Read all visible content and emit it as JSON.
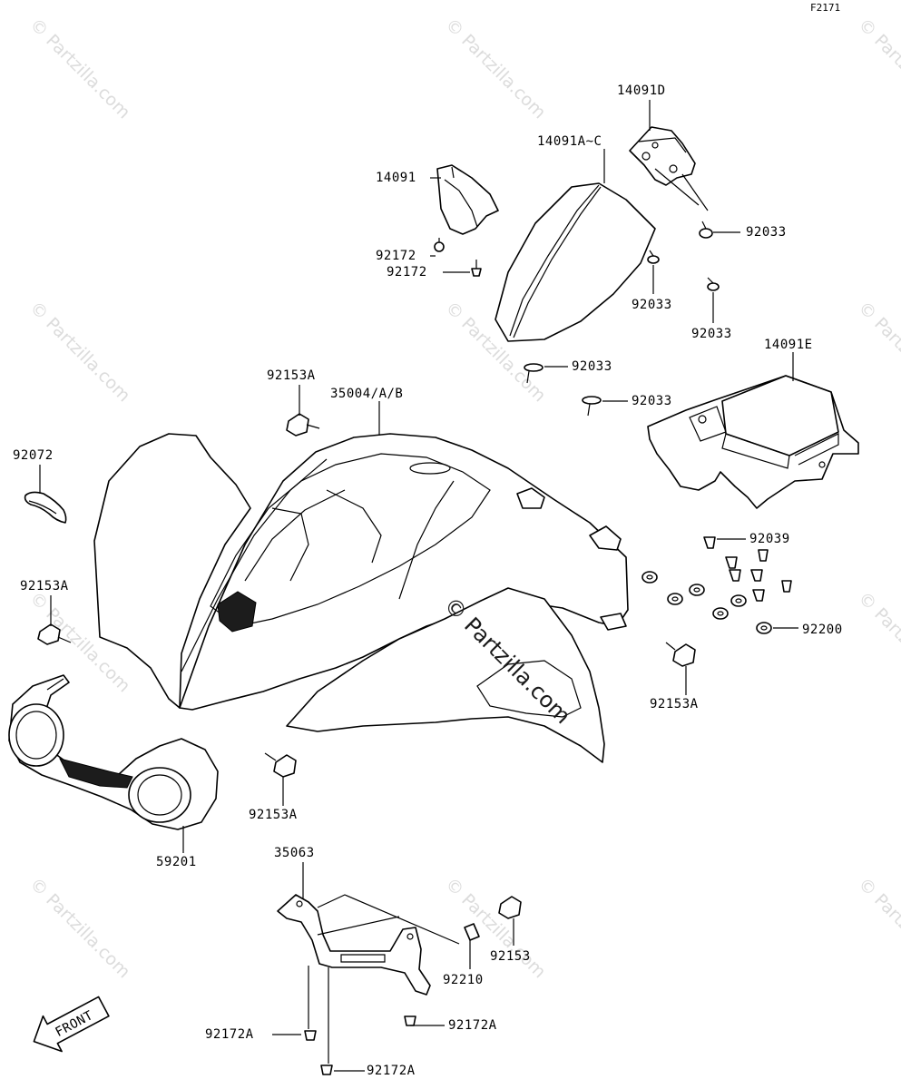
{
  "figure_id": "F2171",
  "watermark": {
    "repeat_text": "© Partzilla.com",
    "main_text": "© Partzilla.com"
  },
  "labels": {
    "p14091d": "14091D",
    "p14091ac": "14091A~C",
    "p14091": "14091",
    "p92033_a": "92033",
    "p92172_a": "92172",
    "p92172_b": "92172",
    "p92033_b": "92033",
    "p92033_c": "92033",
    "p92033_d": "92033",
    "p14091e": "14091E",
    "p92033_e": "92033",
    "p92153a_a": "92153A",
    "p35004": "35004/A/B",
    "p92072": "92072",
    "p92153a_b": "92153A",
    "p92039": "92039",
    "p92200": "92200",
    "p92153a_c": "92153A",
    "p92153a_d": "92153A",
    "p59201": "59201",
    "p35063": "35063",
    "p92153": "92153",
    "p92210": "92210",
    "p92172a_a": "92172A",
    "p92172a_b": "92172A",
    "p92172a_c": "92172A"
  },
  "front_badge": "FRONT"
}
